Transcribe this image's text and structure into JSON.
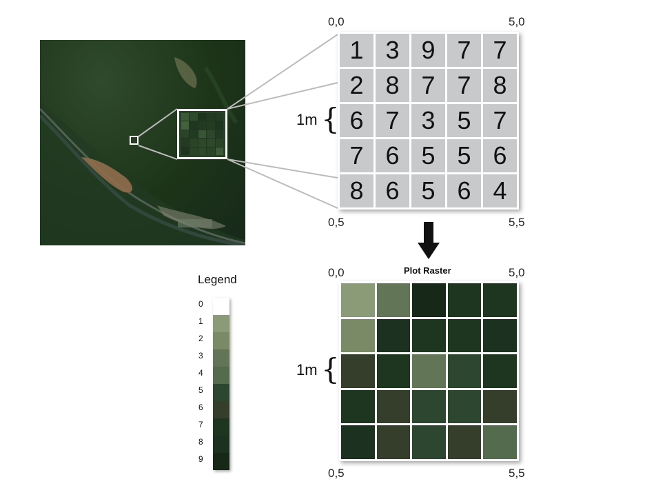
{
  "value_grid": {
    "corners": {
      "top_left": "0,0",
      "top_right": "5,0",
      "bottom_left": "0,5",
      "bottom_right": "5,5"
    },
    "scale_label": "1m",
    "values": [
      [
        1,
        3,
        9,
        7,
        7
      ],
      [
        2,
        8,
        7,
        7,
        8
      ],
      [
        6,
        7,
        3,
        5,
        7
      ],
      [
        7,
        6,
        5,
        5,
        6
      ],
      [
        8,
        6,
        5,
        6,
        4
      ]
    ]
  },
  "raster_plot": {
    "title": "Plot Raster",
    "corners": {
      "top_left": "0,0",
      "top_right": "5,0",
      "bottom_left": "0,5",
      "bottom_right": "5,5"
    },
    "scale_label": "1m"
  },
  "legend": {
    "title": "Legend",
    "entries": [
      {
        "label": "0",
        "color": "#ffffff"
      },
      {
        "label": "1",
        "color": "#8c9b77"
      },
      {
        "label": "2",
        "color": "#7a8a67"
      },
      {
        "label": "3",
        "color": "#637557"
      },
      {
        "label": "4",
        "color": "#556b4d"
      },
      {
        "label": "5",
        "color": "#2c4630"
      },
      {
        "label": "6",
        "color": "#343e2a"
      },
      {
        "label": "7",
        "color": "#1e3520"
      },
      {
        "label": "8",
        "color": "#1c311f"
      },
      {
        "label": "9",
        "color": "#172818"
      }
    ]
  }
}
